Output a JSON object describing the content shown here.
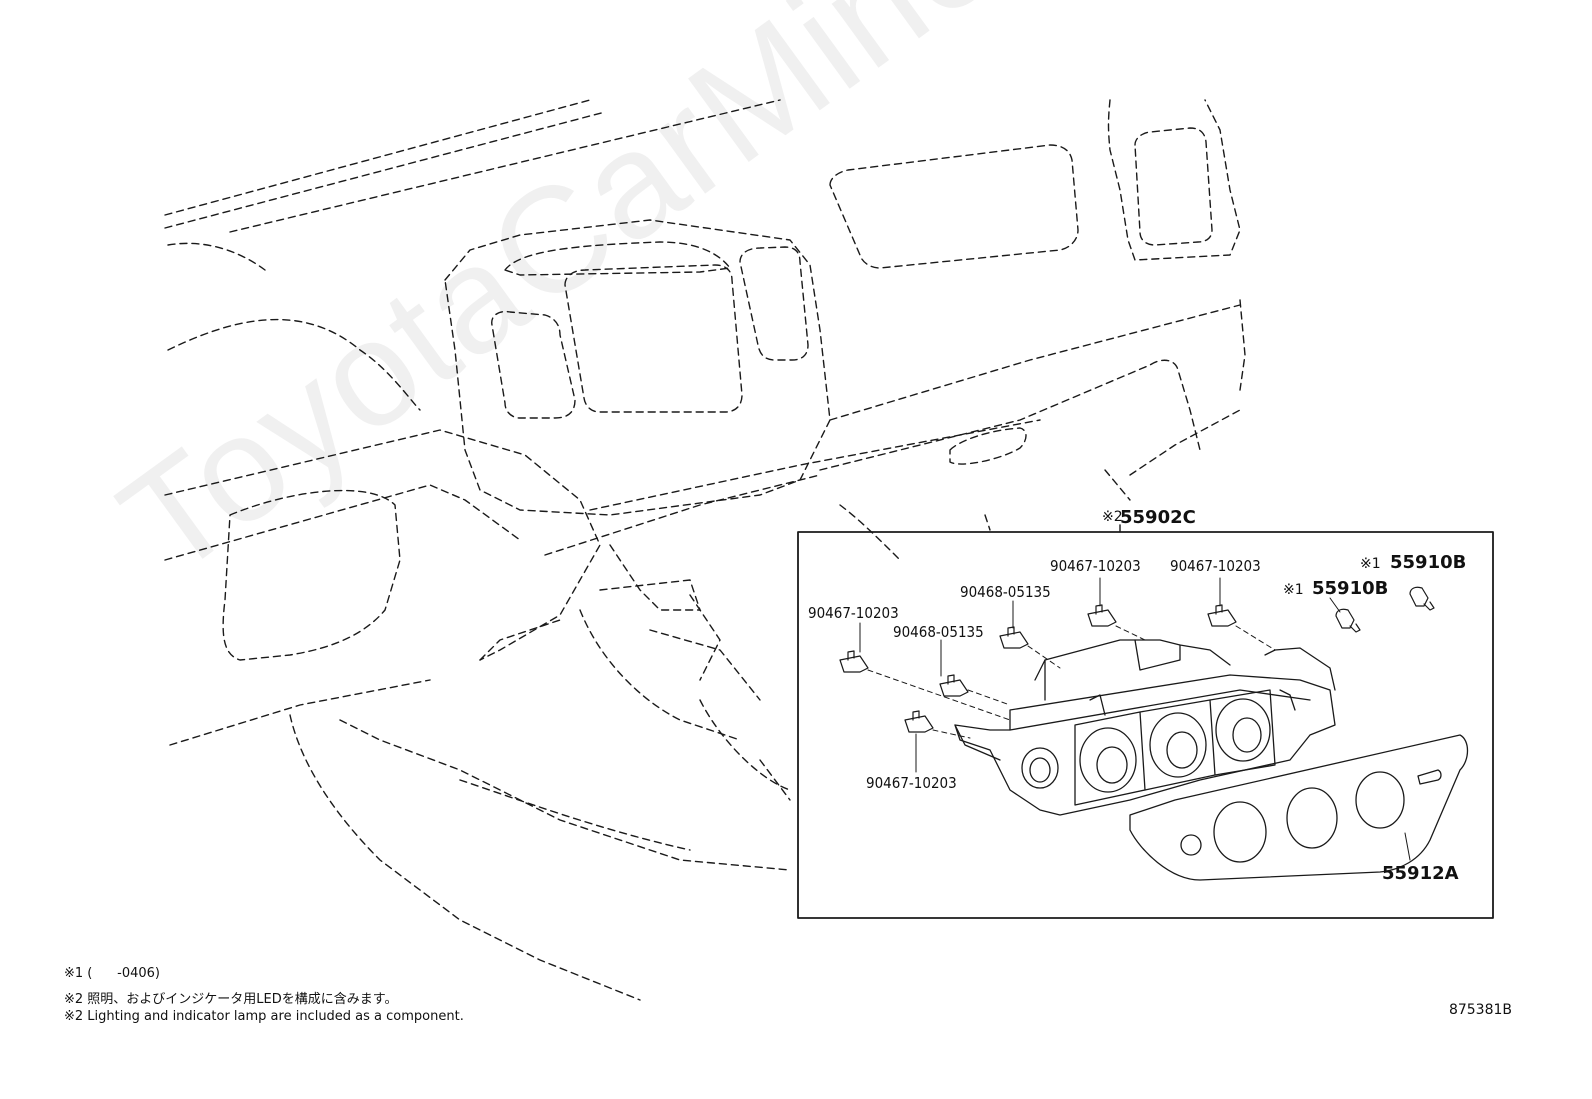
{
  "watermark": "ToyotaCarMine.ru",
  "callouts": {
    "assembly": "55902C",
    "assembly_mark": "※2",
    "cover": "55912A",
    "bulb_a": "55910B",
    "bulb_a_mark": "※1",
    "bulb_b": "55910B",
    "bulb_b_mark": "※1",
    "clip_top1": "90467-10203",
    "clip_top2": "90467-10203",
    "clip_left": "90467-10203",
    "clip_bottom": "90467-10203",
    "clip_mid1": "90468-05135",
    "clip_mid2": "90468-05135"
  },
  "notes": [
    "※1 (      -0406)",
    "※2 照明、およびインジケータ用LEDを構成に含みます。",
    "※2 Lighting and indicator lamp are included as a component."
  ],
  "drawing_number": "875381B",
  "colors": {
    "line": "#1a1a1a",
    "background": "#ffffff"
  }
}
